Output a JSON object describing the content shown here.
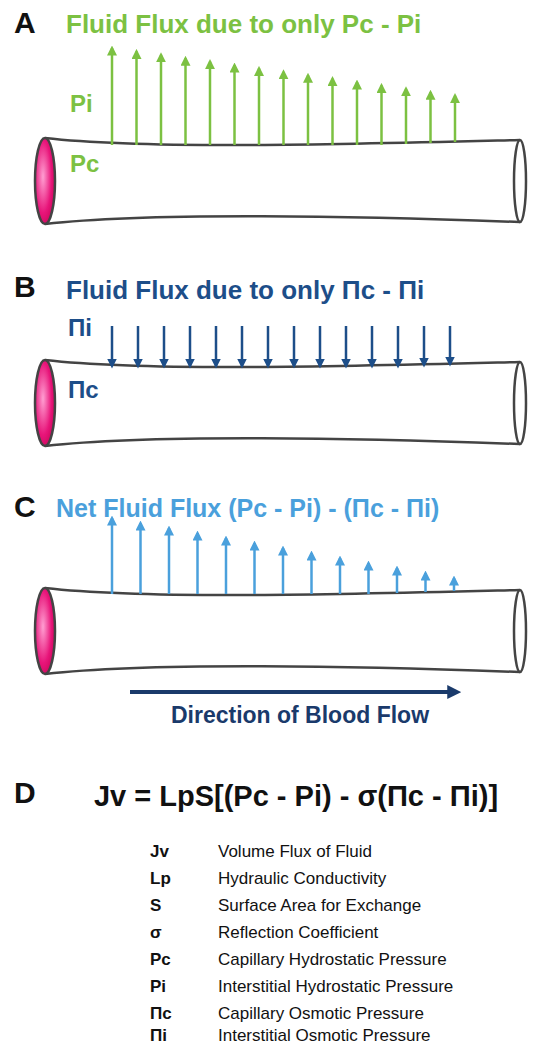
{
  "diagram": {
    "labels": [
      "A",
      "Fluid Flux due to only Pc - Pi",
      "Pi",
      "Pc",
      "B",
      "Fluid Flux due to only Πc - Πi",
      "Πi",
      "Πc",
      "C",
      "Net Fluid Flux (Pc - Pi) - (Πc - Πi)",
      "Direction of Blood Flow",
      "D",
      "Jv = LpS[(Pc - Pi) - σ(Πc - Πi)]",
      "Jv",
      "Volume Flux of Fluid",
      "Lp",
      "Hydraulic Conductivity",
      "S",
      "Surface Area for Exchange",
      "σ",
      "Reflection Coefficient",
      "Pc",
      "Capillary Hydrostatic Pressure",
      "Pi",
      "Interstitial Hydrostatic Pressure",
      "Πc",
      "Capillary Osmotic Pressure",
      "Πi",
      "Interstitial Osmotic Pressure"
    ]
  }
}
